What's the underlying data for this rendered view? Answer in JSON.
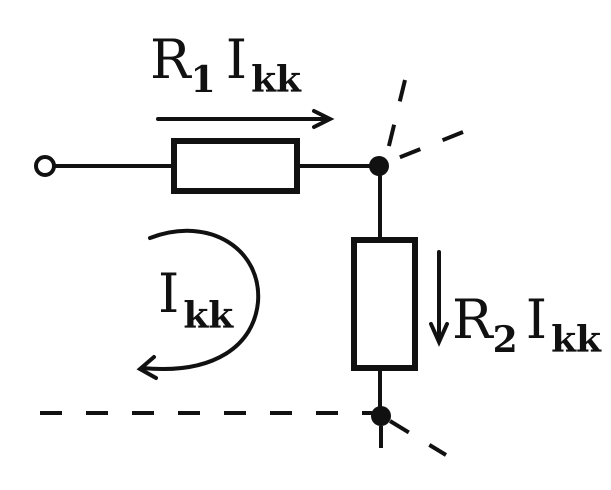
{
  "labels": {
    "r1": {
      "main": "R",
      "sub": "1"
    },
    "i_top": {
      "main": "I",
      "sub": "kk"
    },
    "loop": {
      "main": "I",
      "sub": "kk"
    },
    "r2": {
      "main": "R",
      "sub": "2"
    },
    "i_side": {
      "main": "I",
      "sub": "kk"
    }
  },
  "colors": {
    "ink": "#111111",
    "background": "#ffffff"
  }
}
